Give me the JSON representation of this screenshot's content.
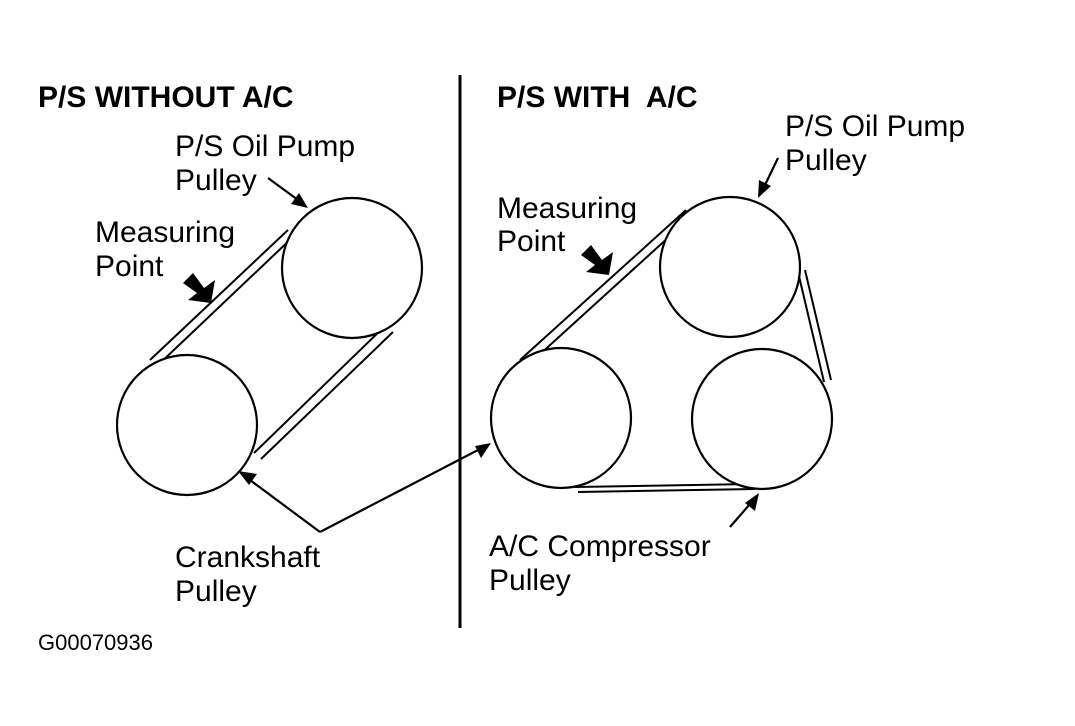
{
  "left_panel": {
    "heading": "P/S WITHOUT A/C",
    "ps_pump_label": [
      "P/S Oil Pump",
      "Pulley"
    ],
    "measuring_label": [
      "Measuring",
      "Point"
    ]
  },
  "right_panel": {
    "heading": "P/S WITH  A/C",
    "ps_pump_label": [
      "P/S Oil Pump",
      "Pulley"
    ],
    "measuring_label": [
      "Measuring",
      "Point"
    ],
    "ac_label": [
      "A/C Compressor",
      "Pulley"
    ]
  },
  "crankshaft_label": [
    "Crankshaft",
    "Pulley"
  ],
  "figure_code": "G00070936"
}
